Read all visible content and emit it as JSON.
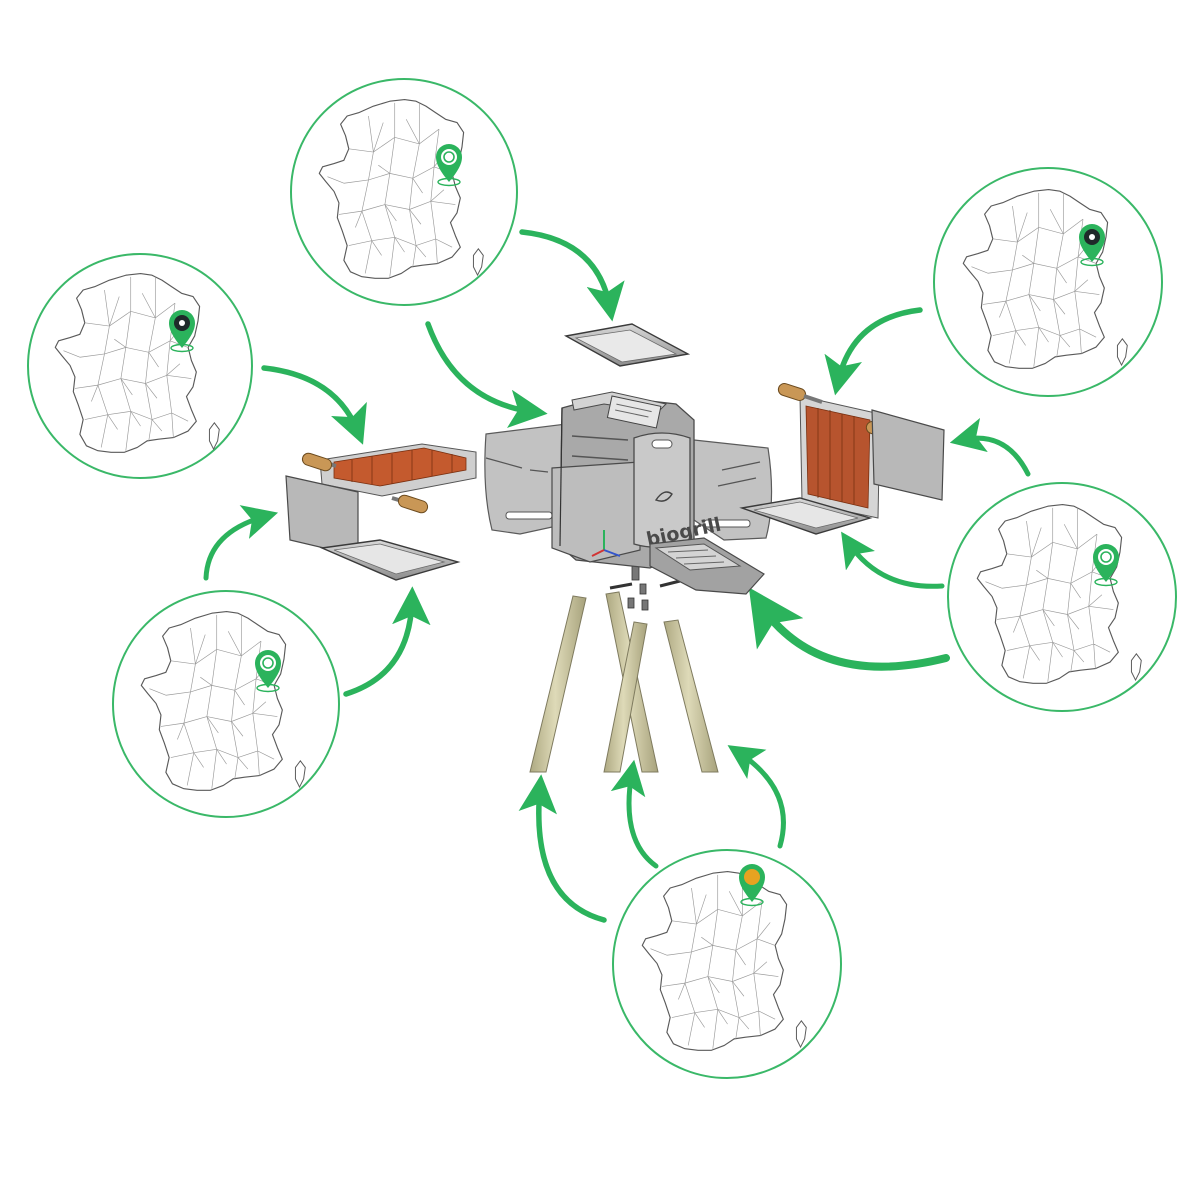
{
  "brand": {
    "text": "biogrill"
  },
  "colors": {
    "accent": "#2bb35c",
    "circle_stroke": "#3ab868",
    "map_outline": "#5a5a5a",
    "map_regions": "#9a9a9a",
    "steel": "#b9b9b9",
    "steel_dark": "#6f6f6f",
    "grill_bars": "#b7542e",
    "handle_wood": "#c99756",
    "legs": "#c6c19a",
    "pin_special": "#e6a321"
  },
  "icons": {
    "map": "france-map-icon",
    "pin": "location-pin-icon",
    "arrow": "curved-arrow-icon"
  },
  "suppliers": [
    {
      "id": "top",
      "pin": "green"
    },
    {
      "id": "left",
      "pin": "dark"
    },
    {
      "id": "bottom-left",
      "pin": "green"
    },
    {
      "id": "right-top",
      "pin": "dark"
    },
    {
      "id": "right",
      "pin": "green"
    },
    {
      "id": "bottom",
      "pin": "orange"
    }
  ]
}
